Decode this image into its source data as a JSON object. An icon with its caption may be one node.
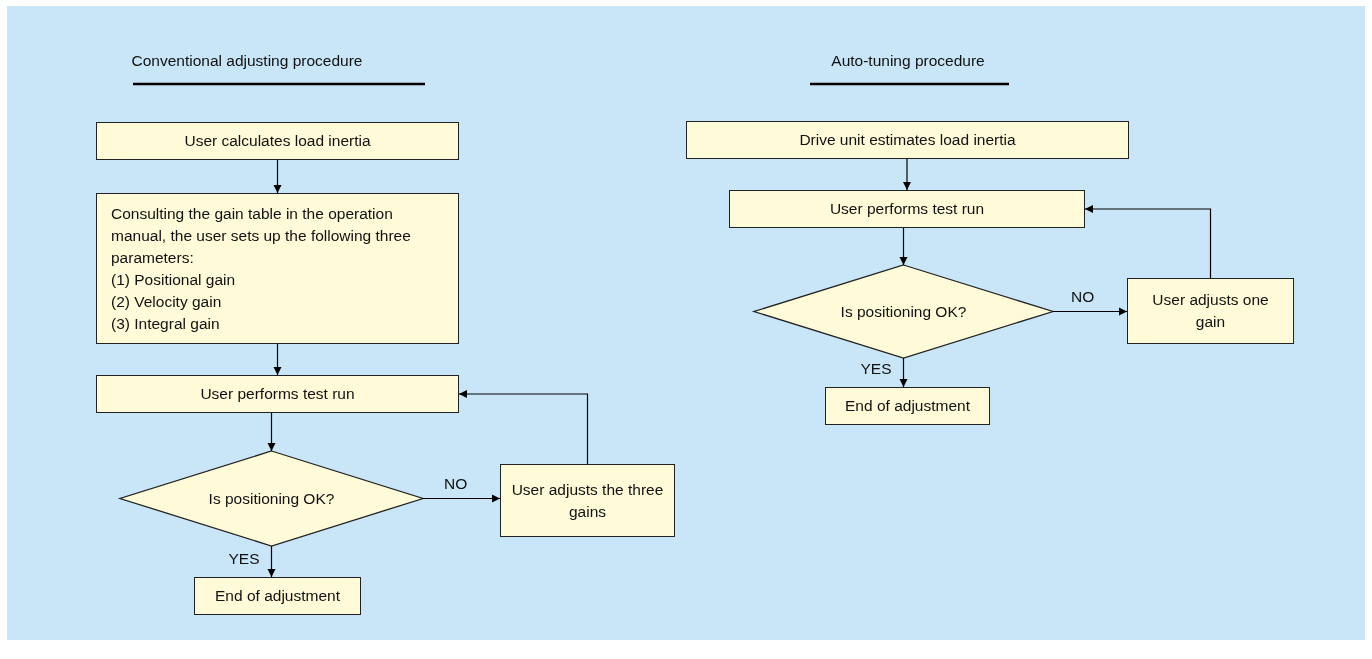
{
  "diagram": {
    "nodes": [
      {
        "text": [
          "User calculates load inertia"
        ]
      },
      {
        "text": [
          "Consulting the gain table in the operation manual, the user sets up the following three parameters:",
          "(1) Positional gain",
          "(2) Velocity gain",
          "(3) Integral gain"
        ]
      },
      {
        "text": [
          "User performs test run"
        ]
      },
      {
        "text": [
          "Is positioning OK?"
        ]
      },
      {
        "text": [
          "User adjusts the three gains"
        ]
      },
      {
        "text": [
          "End of adjustment"
        ]
      },
      {
        "text": [
          "Drive unit estimates load inertia"
        ]
      },
      {
        "text": [
          "User performs test run"
        ]
      },
      {
        "text": [
          "Is positioning OK?"
        ]
      },
      {
        "text": [
          "User adjusts one gain"
        ]
      },
      {
        "text": [
          "End of adjustment"
        ]
      }
    ],
    "edges": [
      {
        "from": 0,
        "to": 1,
        "arrow": "to"
      },
      {
        "from": 1,
        "to": 2,
        "arrow": "to"
      },
      {
        "from": 2,
        "to": 3,
        "arrow": "to"
      },
      {
        "from": 3,
        "to": 4,
        "arrow": "to",
        "label": "NO"
      },
      {
        "from": 3,
        "to": 5,
        "arrow": "to",
        "label": "YES"
      },
      {
        "from": 4,
        "to": 2,
        "arrow": "to"
      },
      {
        "from": 6,
        "to": 7,
        "arrow": "to"
      },
      {
        "from": 7,
        "to": 8,
        "arrow": "to"
      },
      {
        "from": 8,
        "to": 9,
        "arrow": "to",
        "label": "NO"
      },
      {
        "from": 8,
        "to": 10,
        "arrow": "to",
        "label": "YES"
      },
      {
        "from": 9,
        "to": 7,
        "arrow": "to"
      }
    ],
    "labels": [
      "Conventional adjusting procedure",
      "Auto-tuning procedure"
    ]
  }
}
